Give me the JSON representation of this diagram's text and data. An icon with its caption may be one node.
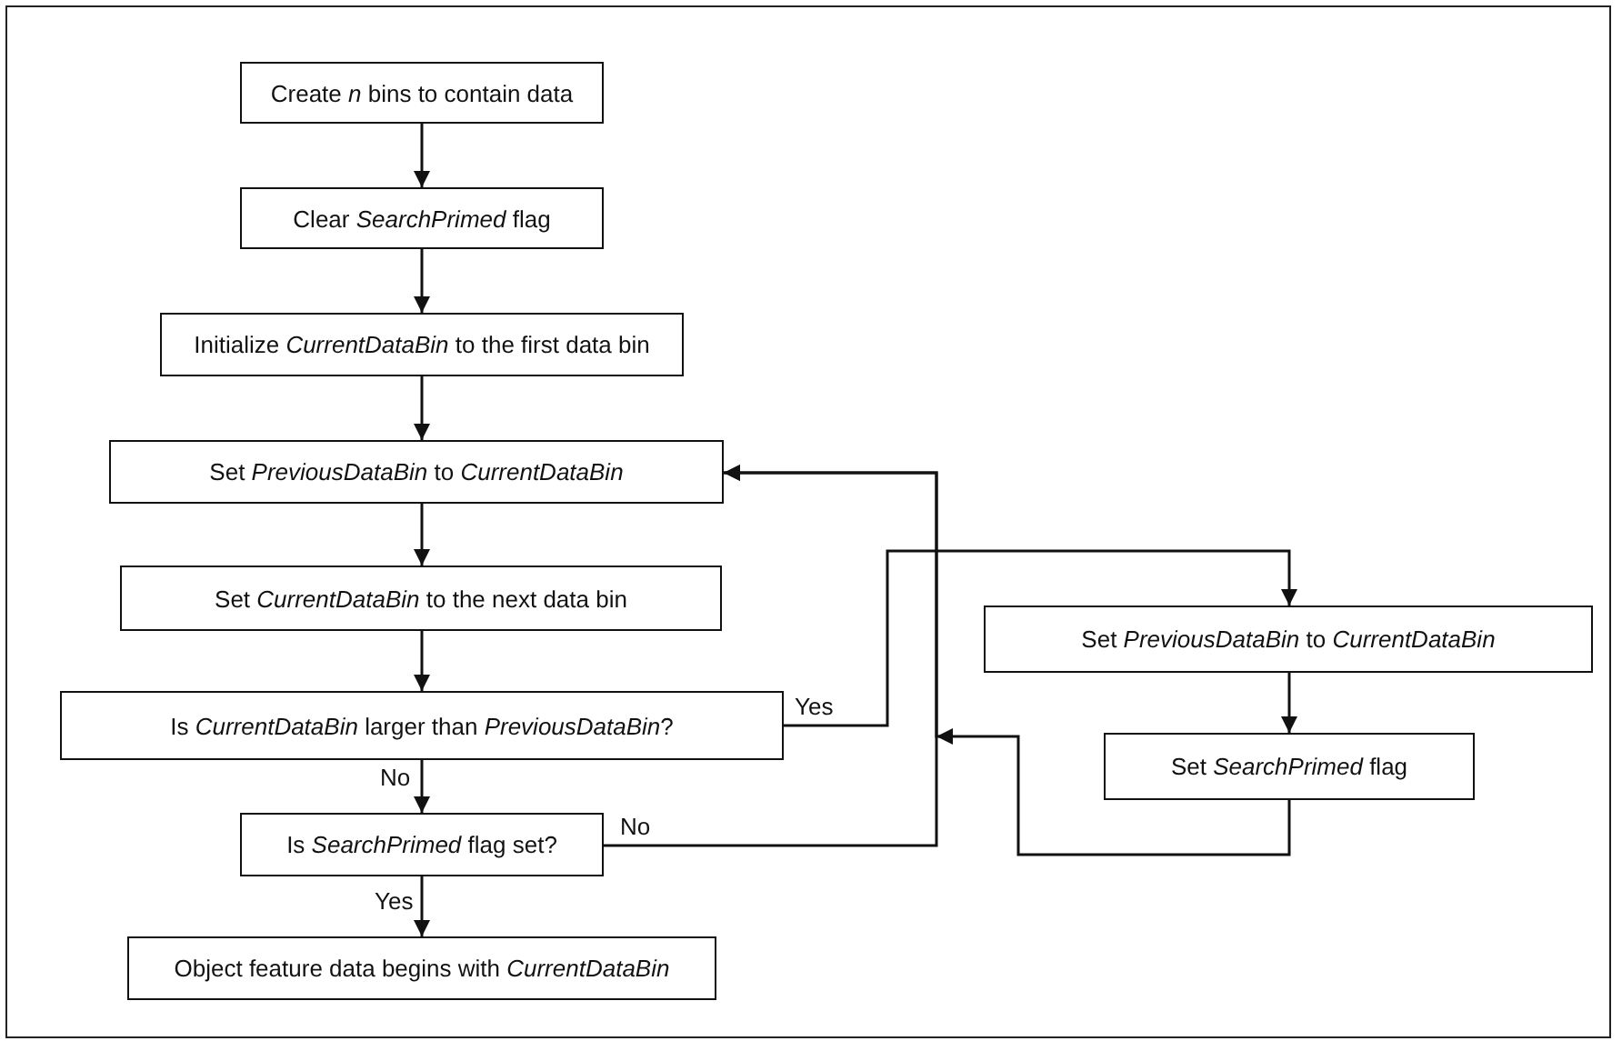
{
  "diagram": {
    "nodes": [
      {
        "text": [
          "Create *n* bins to contain data"
        ]
      },
      {
        "text": [
          "Clear *SearchPrimed* flag"
        ]
      },
      {
        "text": [
          "Initialize *CurrentDataBin* to the first data bin"
        ]
      },
      {
        "text": [
          "Set *PreviousDataBin* to *CurrentDataBin*"
        ]
      },
      {
        "text": [
          "Set *CurrentDataBin* to the next data bin"
        ]
      },
      {
        "text": [
          "Is *CurrentDataBin* larger than *PreviousDataBin*?"
        ]
      },
      {
        "text": [
          "Is *SearchPrimed* flag set?"
        ]
      },
      {
        "text": [
          "Object feature data begins with *CurrentDataBin*"
        ]
      },
      {
        "text": [
          "Set *PreviousDataBin* to *CurrentDataBin*"
        ]
      },
      {
        "text": [
          "Set *SearchPrimed* flag"
        ]
      }
    ],
    "edges": [
      {
        "from": 0,
        "to": 1,
        "arrow": "to"
      },
      {
        "from": 1,
        "to": 2,
        "arrow": "to"
      },
      {
        "from": 2,
        "to": 3,
        "arrow": "to"
      },
      {
        "from": 3,
        "to": 4,
        "arrow": "to"
      },
      {
        "from": 4,
        "to": 5,
        "arrow": "to"
      },
      {
        "from": 5,
        "to": 6,
        "arrow": "to",
        "label": "No"
      },
      {
        "from": 6,
        "to": 7,
        "arrow": "to",
        "label": "Yes"
      },
      {
        "from": 5,
        "to": 8,
        "arrow": "to",
        "label": "Yes"
      },
      {
        "from": 8,
        "to": 9,
        "arrow": "to"
      },
      {
        "from": 9,
        "to": 3,
        "arrow": "to"
      },
      {
        "from": 6,
        "to": 3,
        "arrow": "to",
        "label": "No"
      }
    ]
  }
}
